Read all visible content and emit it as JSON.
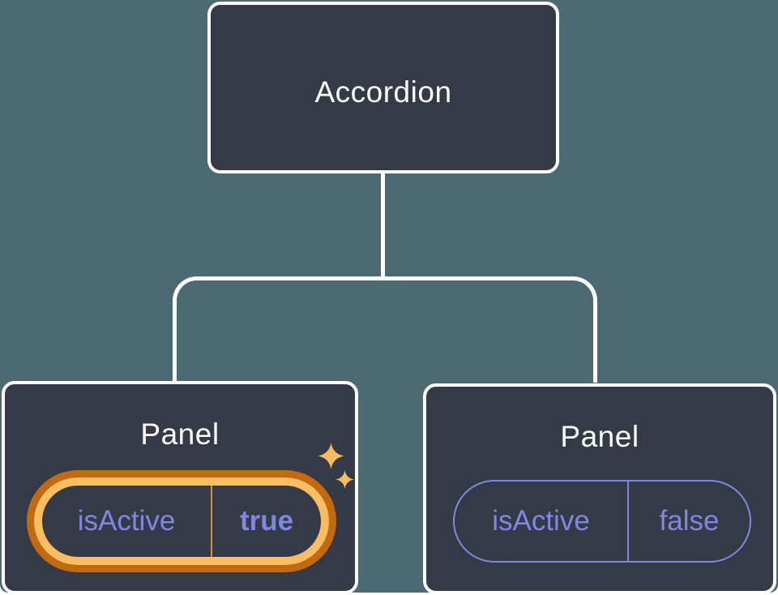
{
  "diagram": {
    "root": {
      "label": "Accordion"
    },
    "children": [
      {
        "label": "Panel",
        "state": {
          "name": "isActive",
          "value": "true"
        },
        "highlighted": true
      },
      {
        "label": "Panel",
        "state": {
          "name": "isActive",
          "value": "false"
        },
        "highlighted": false
      }
    ]
  },
  "icons": {
    "sparkle_big": "sparkle-icon",
    "sparkle_small": "sparkle-icon"
  },
  "colors": {
    "background": "#4d6971",
    "page": "#ffffff",
    "node_bg": "#343a46",
    "node_border": "#ffffff",
    "connector": "#ffffff",
    "title_text": "#ffffff",
    "state_text": "#7f87e2",
    "state_border": "#7f87e2",
    "highlight_outer": "#c36a10",
    "highlight_inner": "#fabd62",
    "highlight_divider": "#d09148",
    "sparkle": "#f8bc5f"
  }
}
